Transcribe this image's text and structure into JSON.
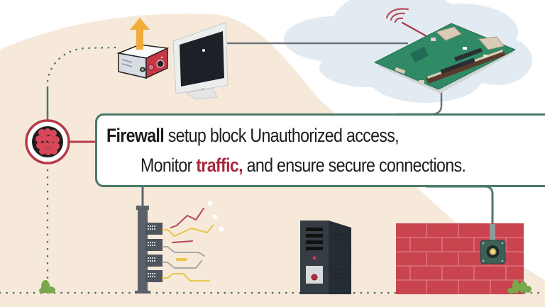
{
  "caption": {
    "line1": {
      "bold": "Firewall",
      "rest": " setup block  Unauthorized access,"
    },
    "line2": {
      "pre": "Monitor ",
      "accent": "traffic,",
      "post": " and ensure secure connections."
    }
  },
  "icons": {
    "router": "router-icon",
    "upload_arrow": "upload-arrow-icon",
    "monitor": "monitor-icon",
    "cloud": "cloud-icon",
    "wifi": "wifi-signal-icon",
    "circuit_board": "circuit-board-icon",
    "node_cluster": "node-cluster-icon",
    "server_rack": "server-rack-icon",
    "traffic_lines": "traffic-graph-icon",
    "desktop_tower": "desktop-tower-icon",
    "brick_wall": "brick-wall-firewall-icon",
    "sensor": "sensor-device-icon",
    "plant": "plant-icon"
  },
  "colors": {
    "background_beige": "#f6e9da",
    "box_border": "#4a7a66",
    "accent_red": "#a8283c",
    "brick": "#c9444f",
    "board_green": "#2f8a65",
    "cloud": "#e3ebf2",
    "arrow": "#f0ad3a"
  }
}
